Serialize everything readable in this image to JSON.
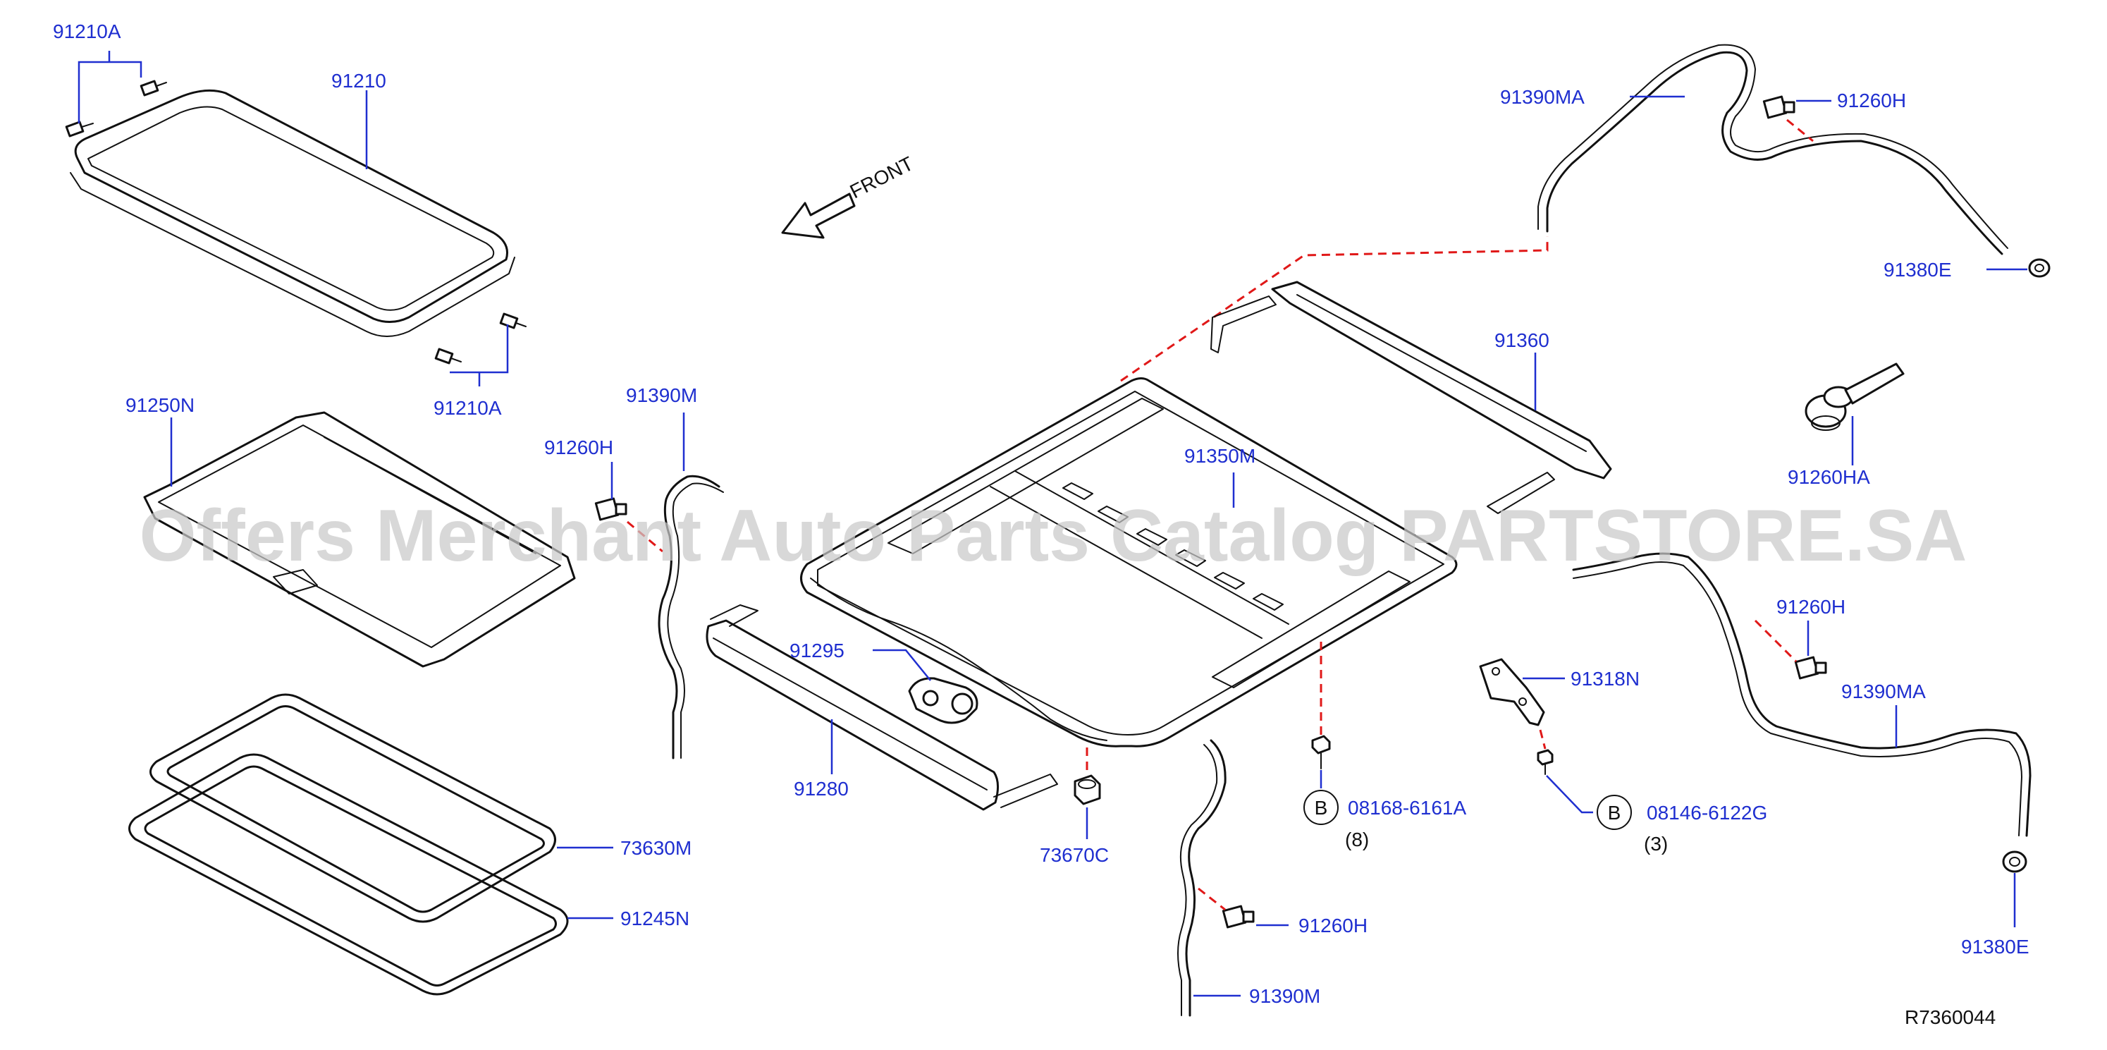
{
  "labels": {
    "l91210A_top": "91210A",
    "l91210": "91210",
    "l91210A_bot": "91210A",
    "l91250N": "91250N",
    "l91260H_left": "91260H",
    "l91390M_left": "91390M",
    "l73630M": "73630M",
    "l91245N": "91245N",
    "l91295": "91295",
    "l91280": "91280",
    "l73670C": "73670C",
    "l91390M_bot": "91390M",
    "l91260H_bot": "91260H",
    "l91350M": "91350M",
    "l91360": "91360",
    "l08168": "08168-6161A",
    "l08168_qty": "(8)",
    "l91318N": "91318N",
    "l08146": "08146-6122G",
    "l08146_qty": "(3)",
    "l91390MA_top": "91390MA",
    "l91260H_top": "91260H",
    "l91380E_top": "91380E",
    "l91260HA": "91260HA",
    "l91260H_right": "91260H",
    "l91390MA_right": "91390MA",
    "l91380E_bot": "91380E",
    "front": "FRONT",
    "circle_b1": "B",
    "circle_b2": "B",
    "diagram_id": "R7360044"
  },
  "watermark": "Offers Merchant Auto Parts Catalog PARTSTORE.SA",
  "colors": {
    "label": "#1f2fd0",
    "line": "#111111",
    "dashed_leader": "#e01818",
    "watermark": "#c9c9c9"
  }
}
